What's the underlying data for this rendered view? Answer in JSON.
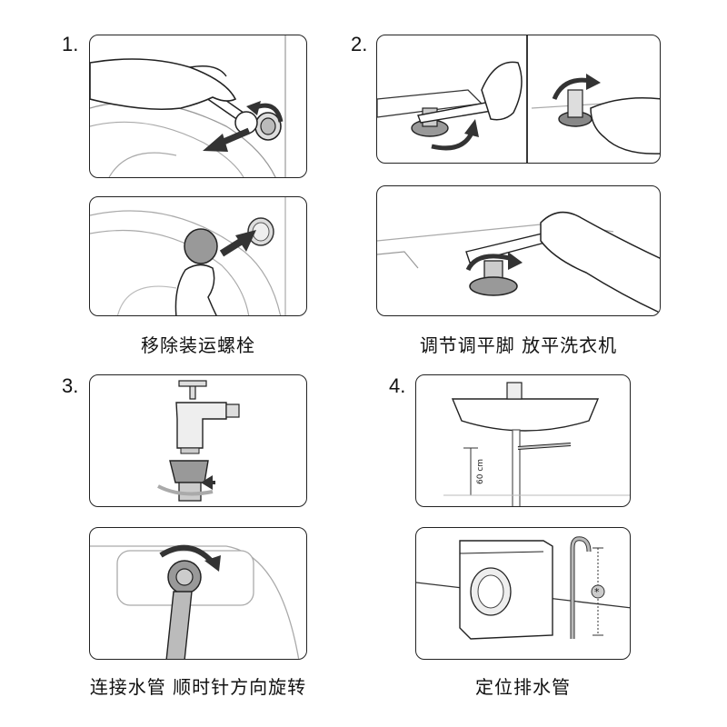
{
  "steps": [
    {
      "number": "1.",
      "caption": "移除装运螺栓"
    },
    {
      "number": "2.",
      "caption": "调节调平脚 放平洗衣机"
    },
    {
      "number": "3.",
      "caption": "连接水管 顺时针方向旋转"
    },
    {
      "number": "4.",
      "caption": "定位排水管"
    }
  ],
  "labels": {
    "height_60cm": "60 cm",
    "asterisk": "*"
  },
  "icons": [
    "wrench-icon",
    "hand-icon",
    "arrow-icon",
    "bolt-icon",
    "faucet-icon",
    "hose-icon",
    "sink-icon",
    "washing-machine-icon",
    "drain-pipe-icon"
  ]
}
